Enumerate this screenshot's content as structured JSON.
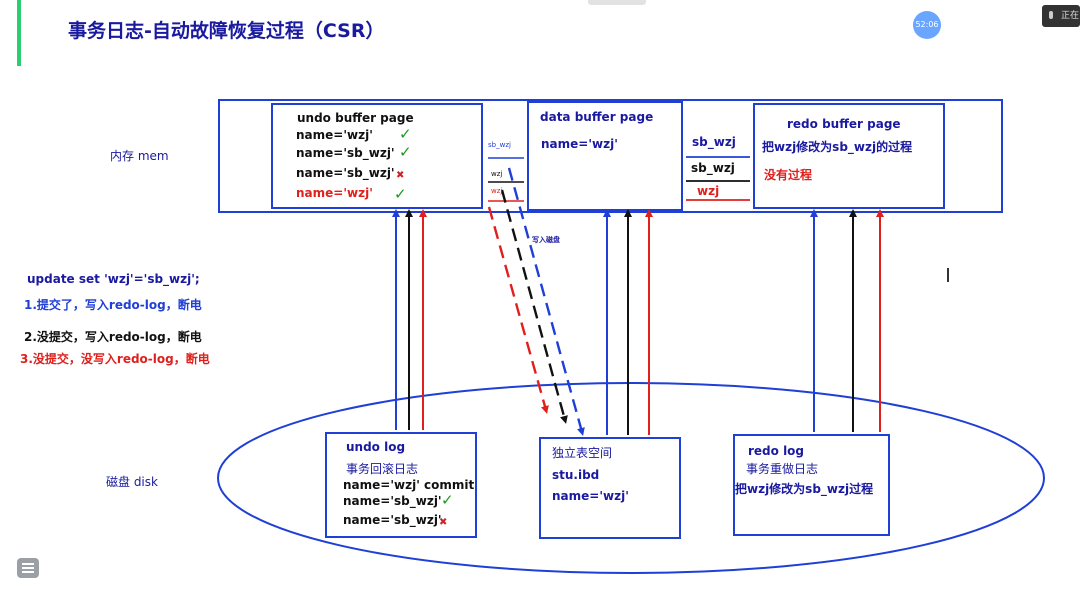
{
  "title": "事务日志-自动故障恢复过程（CSR）",
  "timer": "52:06",
  "mic_label": "正在",
  "mem_label": "内存  mem",
  "disk_label": "磁盘  disk",
  "undo_buffer": {
    "title": "undo buffer page",
    "rows": [
      "name='wzj'",
      "name='sb_wzj'",
      "name='sb_wzj'",
      "name='wzj'"
    ]
  },
  "small_labels": {
    "sb_wzj": "sb_wzj",
    "wzj1": "wzj",
    "wzj2": "wzj",
    "write_disk": "写入磁盘"
  },
  "data_buffer": {
    "title": "data buffer  page",
    "row": "name='wzj'"
  },
  "redo_lines": [
    "sb_wzj",
    "sb_wzj",
    "wzj"
  ],
  "redo_buffer": {
    "title": "redo  buffer  page",
    "line1": "把wzj修改为sb_wzj的过程",
    "line2": "没有过程"
  },
  "steps": {
    "sql": "update set 'wzj'='sb_wzj';",
    "s1": "1.提交了，写入redo-log，断电",
    "s2": "2.没提交，写入redo-log，断电",
    "s3": "3.没提交，没写入redo-log，断电"
  },
  "undo_log": {
    "title": "undo log",
    "subtitle": "事务回滚日志",
    "rows": [
      "name='wzj'  commit",
      "name='sb_wzj'",
      "name='sb_wzj'"
    ]
  },
  "tablespace": {
    "title": "独立表空间",
    "file": "stu.ibd",
    "row": "name='wzj'"
  },
  "redo_log": {
    "title": "redo  log",
    "subtitle": "事务重做日志",
    "line": "把wzj修改为sb_wzj过程"
  },
  "colors": {
    "blue": "#1f3fd6",
    "black": "#111111",
    "red": "#e0201c",
    "green": "#1c9a1c",
    "title": "#1a1aa0"
  }
}
